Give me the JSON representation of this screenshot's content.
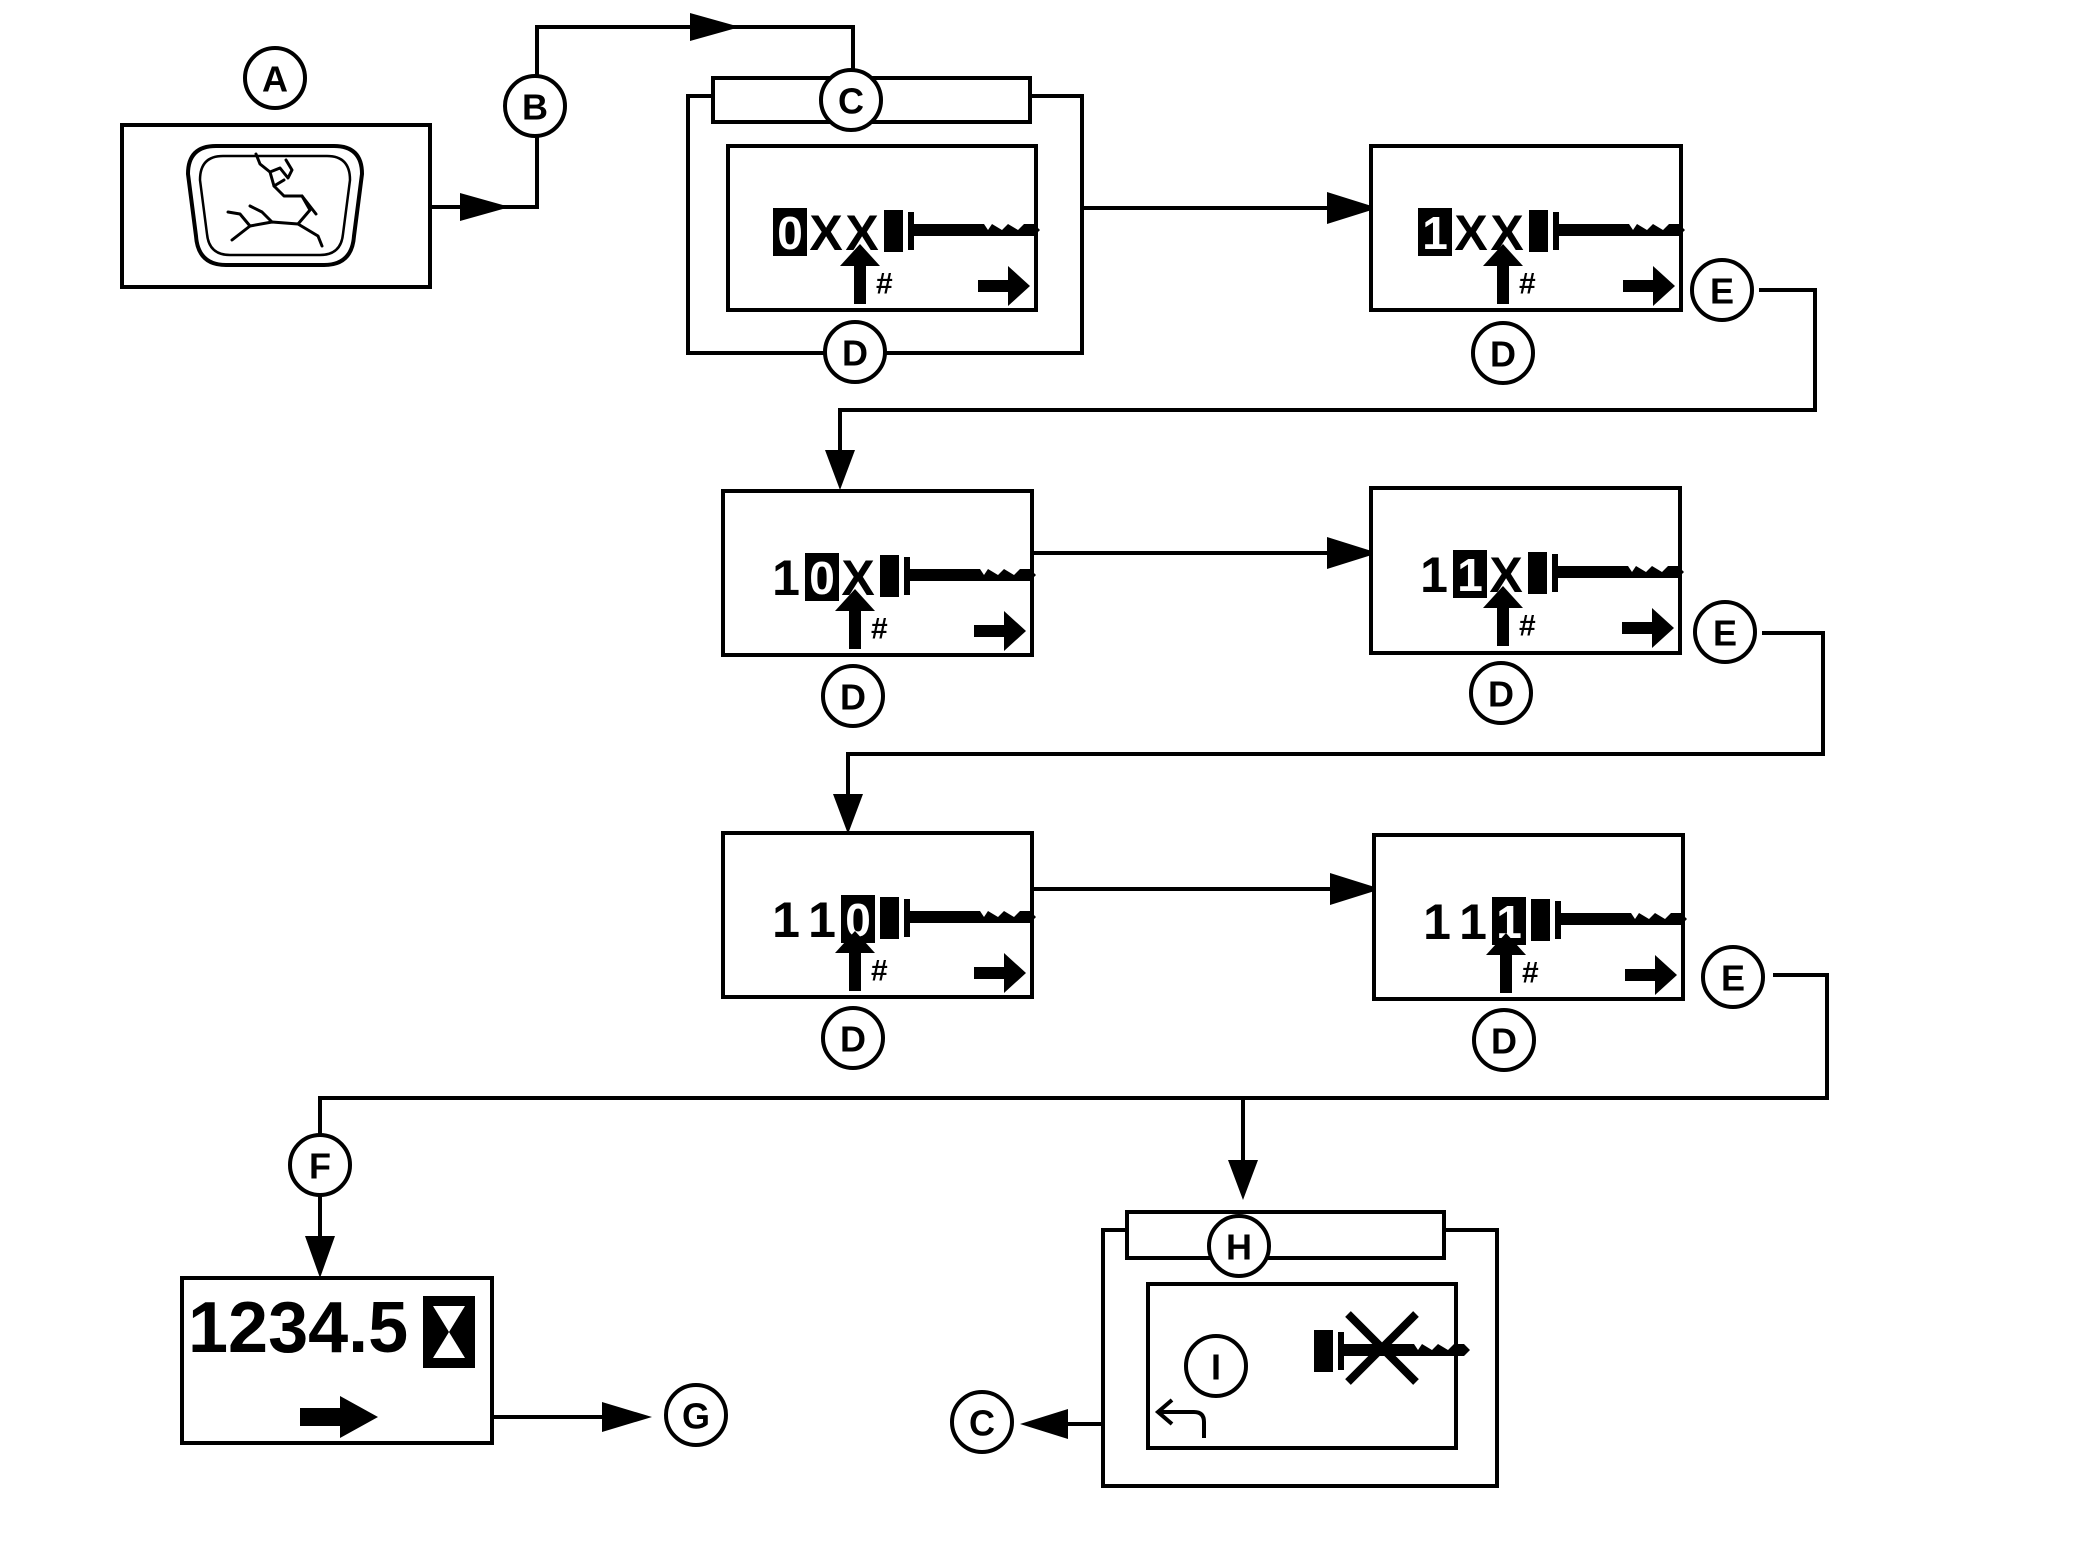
{
  "callouts": {
    "a": "A",
    "b": "B",
    "c": "C",
    "d": "D",
    "e": "E",
    "f": "F",
    "g": "G",
    "h": "H",
    "i": "I"
  },
  "screens": [
    {
      "id": "s1",
      "digits": [
        "0",
        "X",
        "X"
      ],
      "selected": 0
    },
    {
      "id": "s2",
      "digits": [
        "1",
        "X",
        "X"
      ],
      "selected": 0
    },
    {
      "id": "s3",
      "digits": [
        "1",
        "0",
        "X"
      ],
      "selected": 1
    },
    {
      "id": "s4",
      "digits": [
        "1",
        "1",
        "X"
      ],
      "selected": 1
    },
    {
      "id": "s5",
      "digits": [
        "1",
        "1",
        "0"
      ],
      "selected": 2
    },
    {
      "id": "s6",
      "digits": [
        "1",
        "1",
        "1"
      ],
      "selected": 2
    }
  ],
  "increment_symbol": "#",
  "hour_meter": {
    "value": "1234.5"
  },
  "icons": [
    "deer-logo-icon",
    "key-icon",
    "up-arrow-icon",
    "right-arrow-icon",
    "hourglass-icon",
    "key-crossed-icon",
    "back-arrow-icon"
  ]
}
